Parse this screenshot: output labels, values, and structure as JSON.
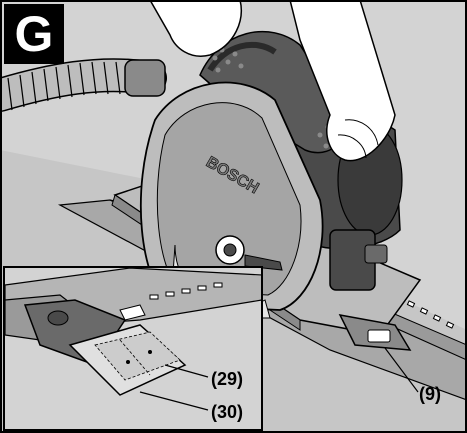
{
  "figure": {
    "badge_label": "G",
    "callouts": {
      "c9": "(9)",
      "c29": "(29)",
      "c30": "(30)"
    },
    "brand_text": "BOSCH"
  },
  "palette": {
    "background": "#d3d3d3",
    "line": "#000000",
    "machine_dark": "#4a4a4a",
    "machine_mid": "#8a8a8a",
    "machine_light": "#bdbdbd",
    "rail": "#a8a8a8"
  }
}
